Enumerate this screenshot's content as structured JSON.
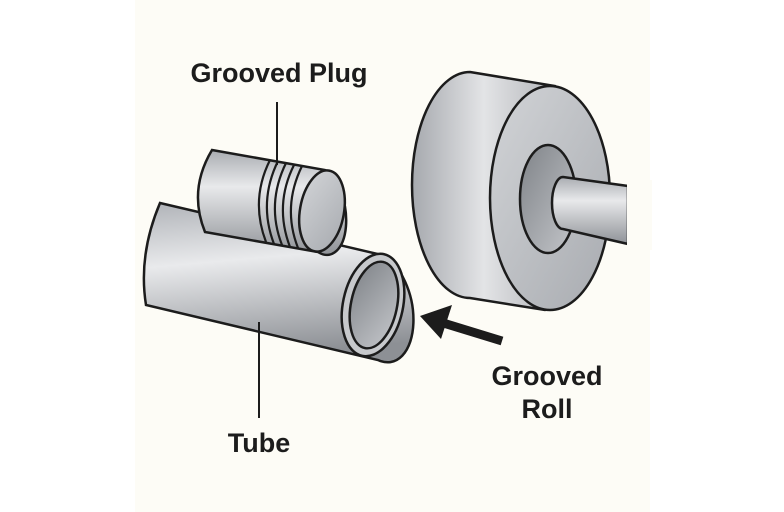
{
  "diagram": {
    "title": "Tube forming with grooved plug and grooved roll",
    "labels": {
      "plug": "Grooved Plug",
      "tube": "Tube",
      "roll_line1": "Grooved",
      "roll_line2": "Roll"
    },
    "components": [
      {
        "name": "grooved-plug",
        "groove_count": 5
      },
      {
        "name": "tube"
      },
      {
        "name": "grooved-roll"
      },
      {
        "name": "roll-shaft"
      }
    ],
    "arrow": {
      "direction": "toward tube",
      "meaning": "roll feed direction"
    },
    "colors": {
      "background": "#fdfcf6",
      "outline": "#1c1c1c",
      "metal_light": "#e6e7e9",
      "metal_mid": "#b9bbbf",
      "metal_dark": "#8e9196"
    }
  }
}
